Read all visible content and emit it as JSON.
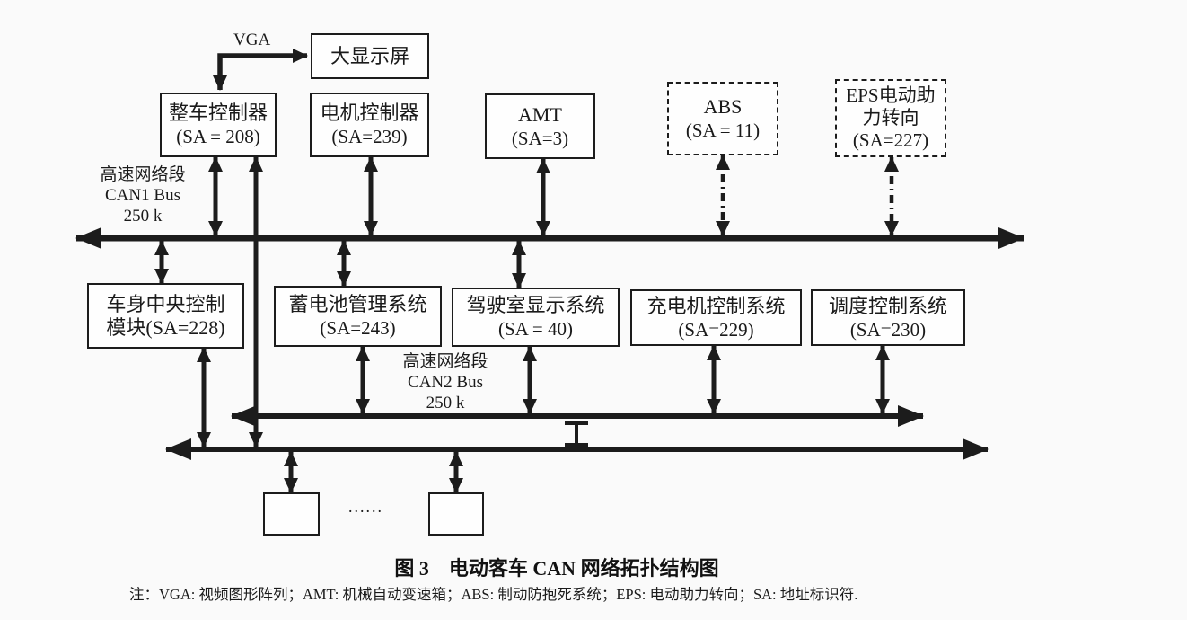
{
  "diagram": {
    "title_caption": "图 3　电动客车 CAN 网络拓扑结构图",
    "note": "注：VGA: 视频图形阵列；AMT: 机械自动变速箱；ABS: 制动防抱死系统；EPS: 电动助力转向；SA: 地址标识符.",
    "vga_label": "VGA",
    "dots": "......",
    "colors": {
      "background": "#fafafa",
      "line": "#1c1c1c",
      "box_fill": "#fefefe"
    },
    "bus1_label": {
      "line1": "高速网络段",
      "line2": "CAN1 Bus",
      "line3": "250 k"
    },
    "bus2_label": {
      "line1": "高速网络段",
      "line2": "CAN2 Bus",
      "line3": "250 k"
    },
    "nodes": {
      "display": {
        "line1": "大显示屏"
      },
      "vcu": {
        "line1": "整车控制器",
        "line2": "(SA = 208)"
      },
      "mcu": {
        "line1": "电机控制器",
        "line2": "(SA=239)"
      },
      "amt": {
        "line1": "AMT",
        "line2": "(SA=3)"
      },
      "abs": {
        "line1": "ABS",
        "line2": "(SA = 11)"
      },
      "eps": {
        "line1": "EPS电动助",
        "line2": "力转向",
        "line3": "(SA=227)"
      },
      "body": {
        "line1": "车身中央控制",
        "line2": "模块(SA=228)"
      },
      "battery": {
        "line1": "蓄电池管理系统",
        "line2": "(SA=243)"
      },
      "cab": {
        "line1": "驾驶室显示系统",
        "line2": "(SA = 40)"
      },
      "charger": {
        "line1": "充电机控制系统",
        "line2": "(SA=229)"
      },
      "dispatch": {
        "line1": "调度控制系统",
        "line2": "(SA=230)"
      }
    }
  }
}
